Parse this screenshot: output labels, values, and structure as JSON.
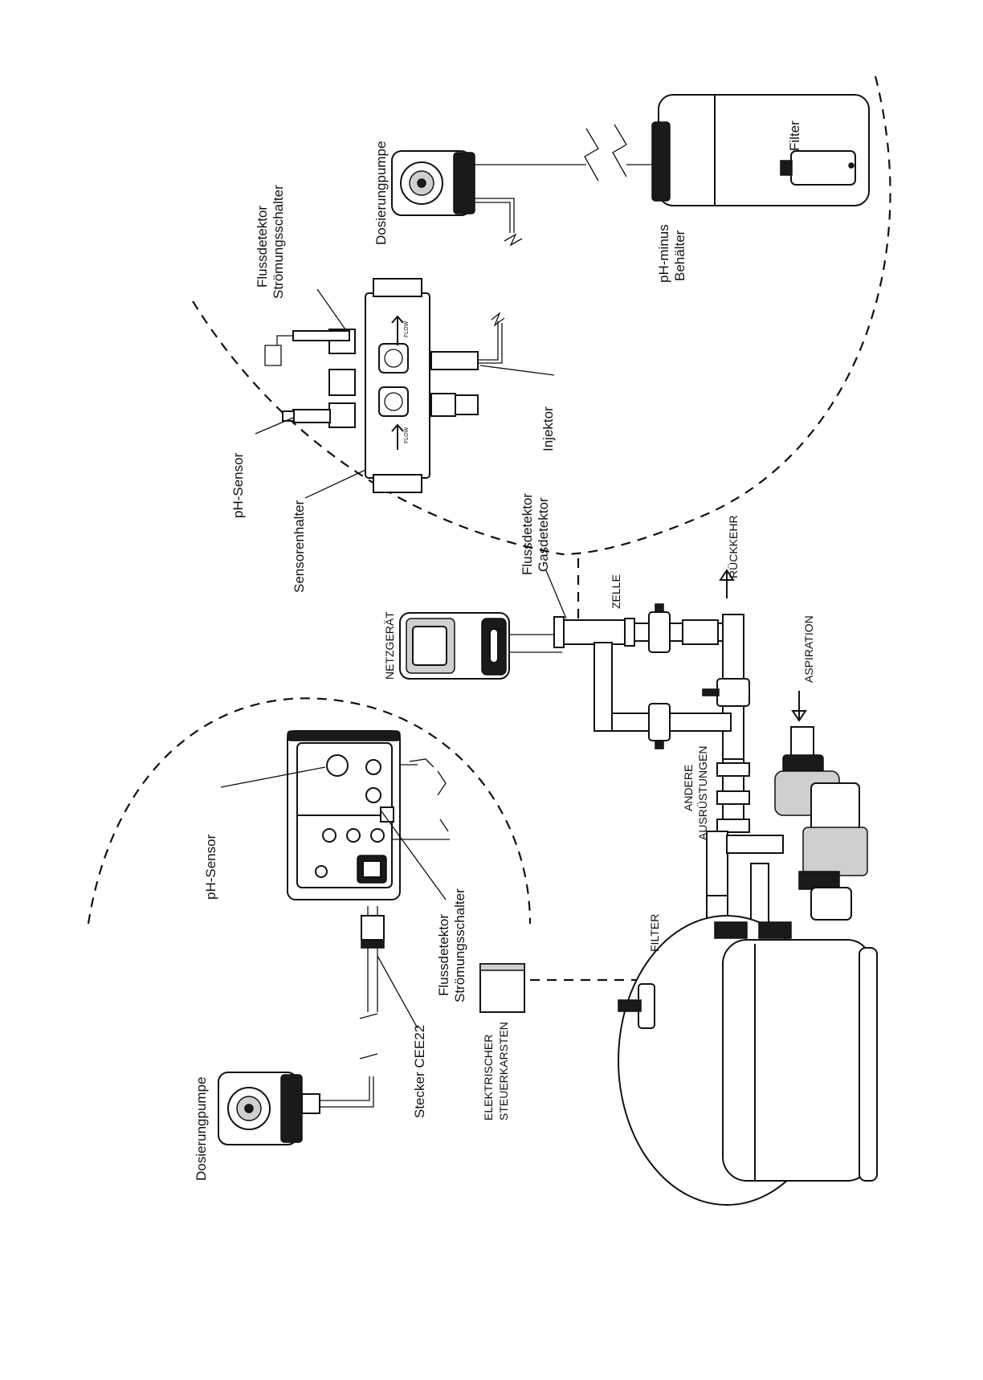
{
  "labels": {
    "dosing_pump_top": "Dosierungpumpe",
    "filter_small": "Filter",
    "ph_minus_tank_line1": "pH-minus",
    "ph_minus_tank_line2": "Behälter",
    "flow_detector_top_line1": "Flussdetektor",
    "flow_detector_top_line2": "Strömungsschalter",
    "injector": "Injektor",
    "ph_sensor_top": "pH-Sensor",
    "sensor_holder": "Sensorenhalter",
    "flow_gas_detector_line1": "Flussdetektor",
    "flow_gas_detector_line2": "Gasdetektor",
    "power_unit": "NETZGERÄT",
    "cell": "ZELLE",
    "return": "RÜCKKEHR",
    "aspiration": "ASPIRATION",
    "other_equipment_line1": "ANDERE",
    "other_equipment_line2": "AUSRÜSTUNGEN",
    "ph_sensor_left": "pH-Sensor",
    "flow_detector_left_line1": "Flussdetektor",
    "flow_detector_left_line2": "Strömungsschalter",
    "filter_big": "FILTER",
    "plug": "Stecker CEE22",
    "control_box_line1": "ELEKTRISCHER",
    "control_box_line2": "STEUERKARSTEN",
    "dosing_pump_bottom": "Dosierungpumpe",
    "flow_marking": "FLOW"
  }
}
